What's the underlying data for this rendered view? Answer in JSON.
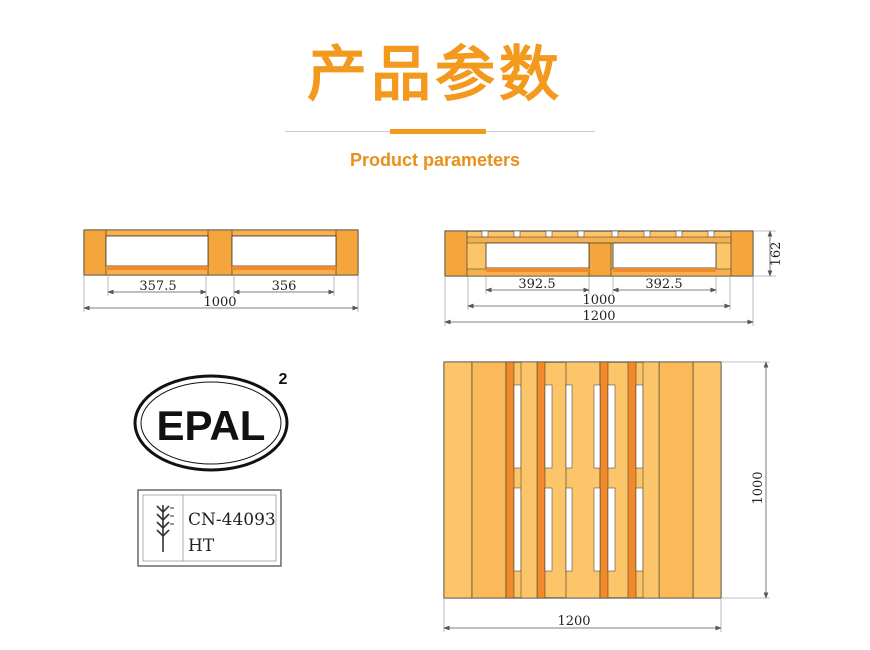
{
  "header": {
    "title_cn": "产品参数",
    "title_en": "Product parameters"
  },
  "side_view": {
    "dims": [
      "357.5",
      "356",
      "1000"
    ]
  },
  "front_view": {
    "dims": [
      "392.5",
      "392.5",
      "1000",
      "1200",
      "162"
    ]
  },
  "top_view": {
    "dims": [
      "1200",
      "1000"
    ]
  },
  "epal_logo": {
    "text": "EPAL",
    "superscript": "2"
  },
  "ippc_mark": {
    "code": "CN-44093",
    "treatment": "HT"
  },
  "colors": {
    "accent": "#f39a1e",
    "wood": "#fdc56a",
    "wood_dark": "#f4a53c",
    "outline": "#333333"
  }
}
